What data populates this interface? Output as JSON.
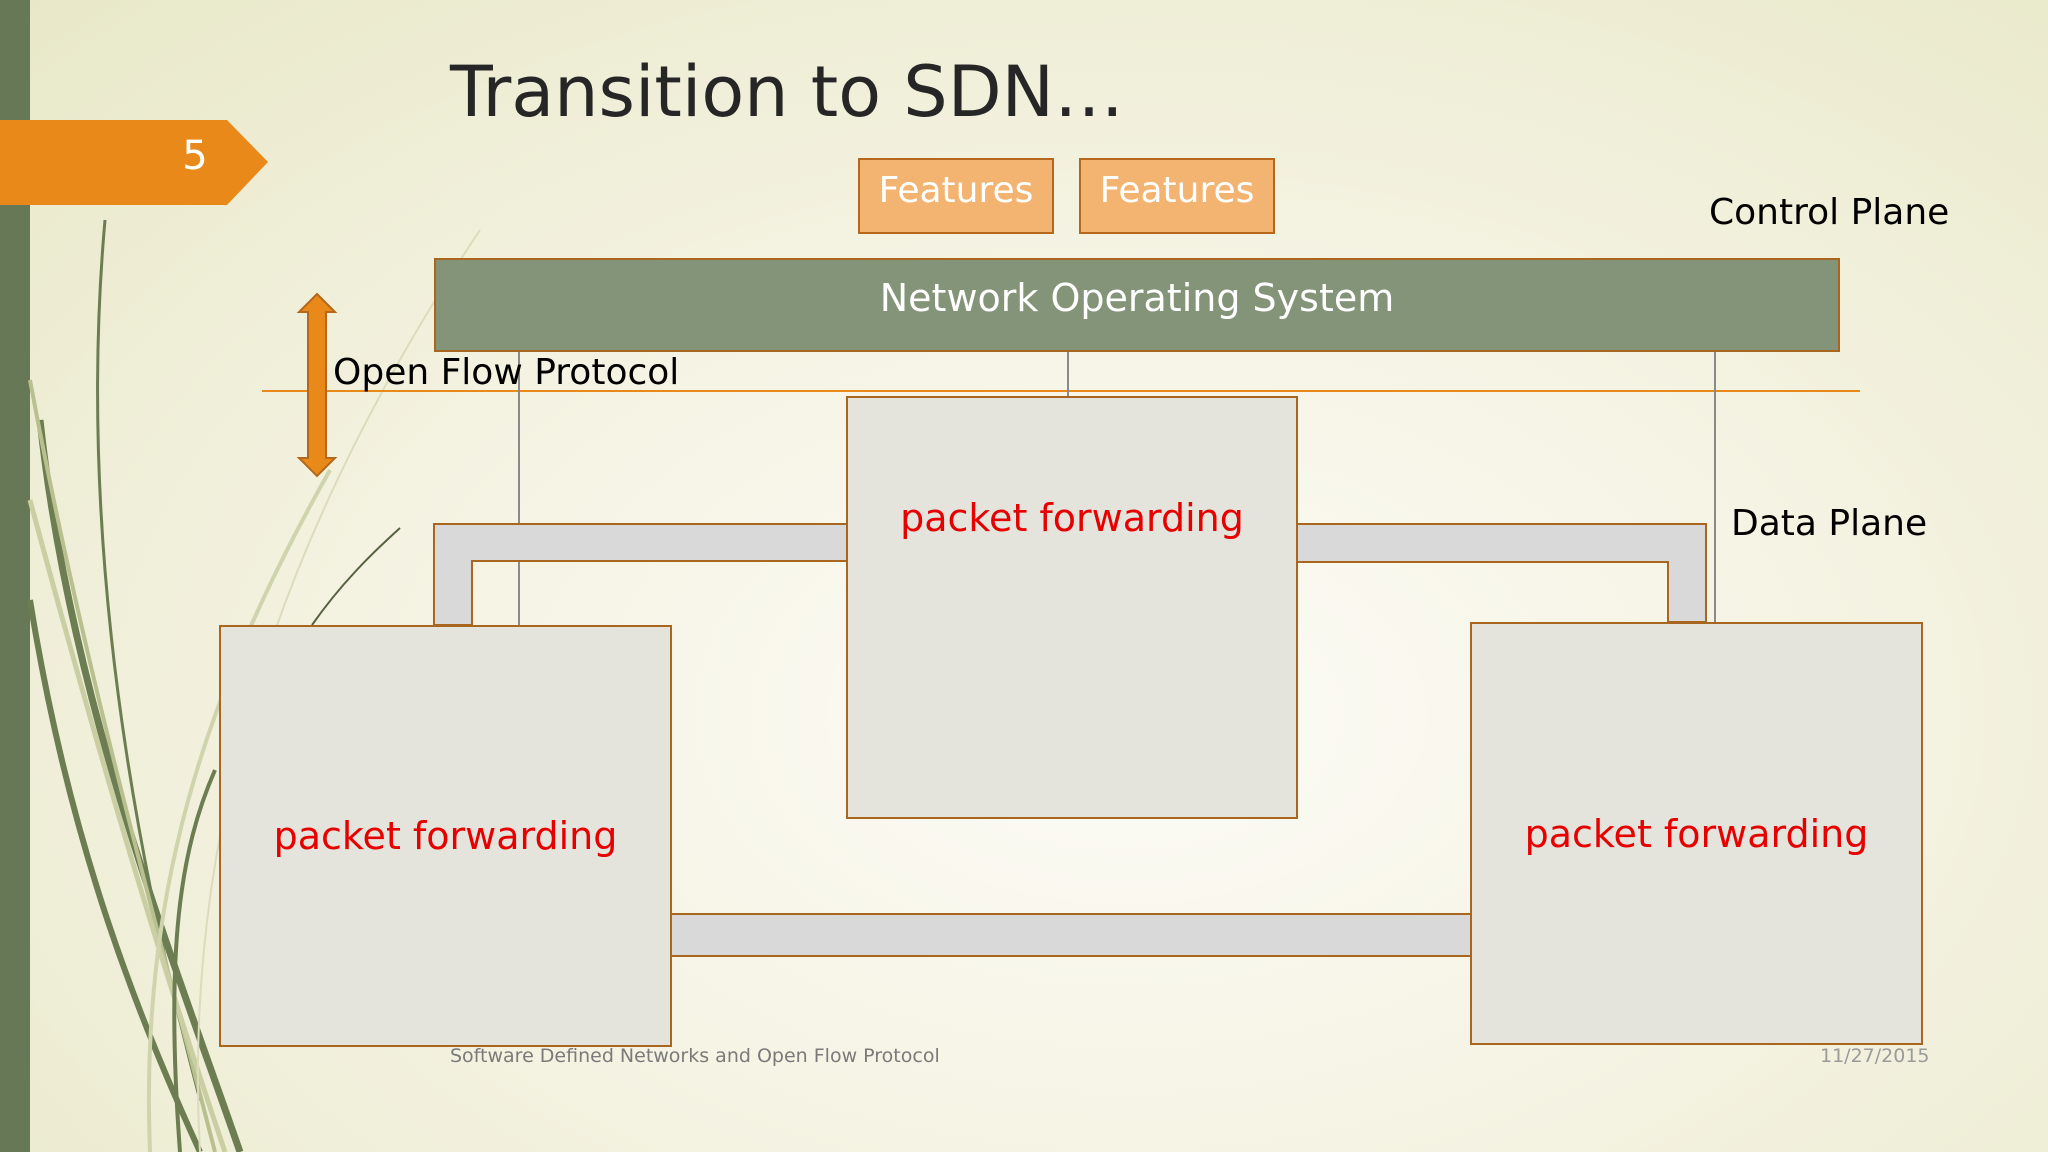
{
  "slide": {
    "number": "5",
    "title": "Transition to SDN…"
  },
  "diagram": {
    "features": [
      "Features",
      "Features"
    ],
    "control_plane_label": "Control Plane",
    "data_plane_label": "Data Plane",
    "nos_label": "Network Operating System",
    "protocol_label": "Open Flow Protocol",
    "switches": [
      "packet forwarding",
      "packet forwarding",
      "packet forwarding"
    ]
  },
  "footer": {
    "left": "Software Defined Networks and Open Flow Protocol",
    "right": "11/27/2015"
  },
  "colors": {
    "accent_orange": "#e8891a",
    "feature_fill": "#f3b472",
    "nos_fill": "#849478",
    "outline": "#a8661f",
    "switch_text": "#e60000",
    "sidebar": "#677856"
  }
}
